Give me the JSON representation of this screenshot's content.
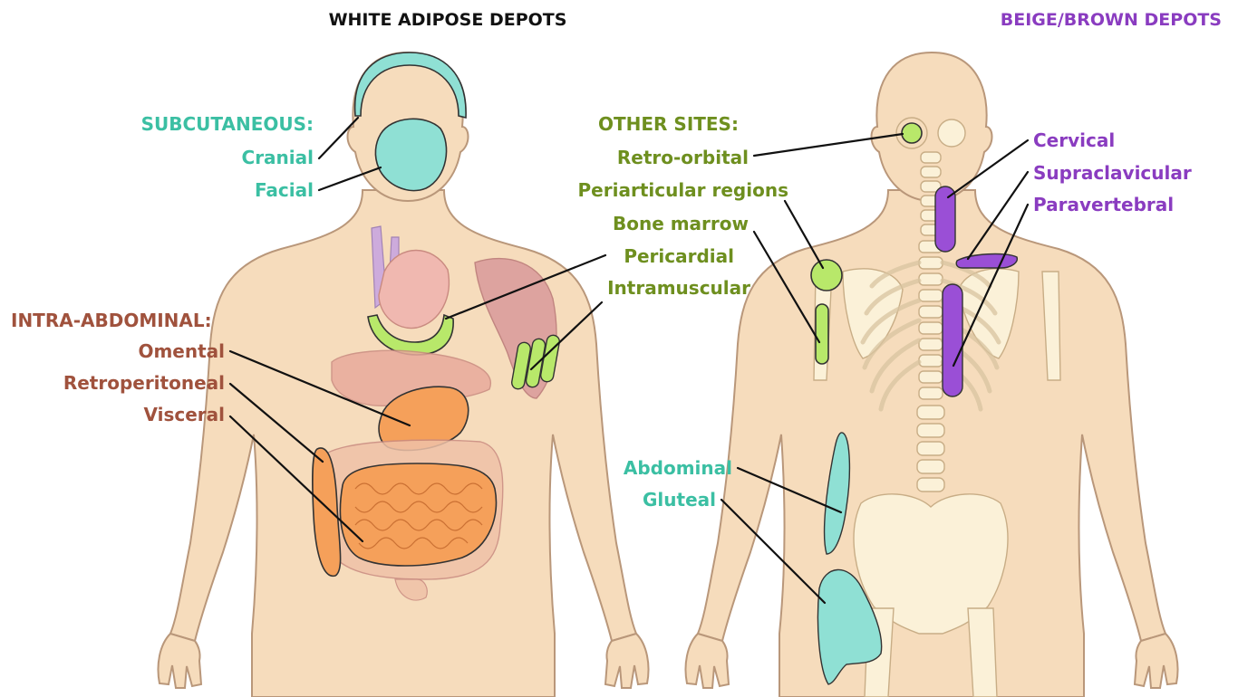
{
  "headings": {
    "white": "WHITE ADIPOSE DEPOTS",
    "beige_brown": "BEIGE/BROWN DEPOTS"
  },
  "groups": {
    "subcutaneous": {
      "title": "SUBCUTANEOUS:",
      "color": "#3bbfa3",
      "items": [
        "Cranial",
        "Facial"
      ],
      "back_items": [
        "Abdominal",
        "Gluteal"
      ]
    },
    "intra_abdominal": {
      "title": "INTRA-ABDOMINAL:",
      "color": "#a0523d",
      "items": [
        "Omental",
        "Retroperitoneal",
        "Visceral"
      ]
    },
    "other_sites": {
      "title": "OTHER SITES:",
      "color": "#6e8f1f",
      "items": [
        "Retro-orbital",
        "Periarticular regions",
        "Bone marrow",
        "Pericardial",
        "Intramuscular"
      ]
    },
    "beige_brown": {
      "color": "#8a3cc0",
      "items": [
        "Cervical",
        "Supraclavicular",
        "Paravertebral"
      ]
    }
  },
  "colors": {
    "skin": "#f6dcbc",
    "teal_fat": "#8fe0d4",
    "green_fat": "#b8e86a",
    "purple_fat": "#9a4fd6",
    "orange_fat": "#f5a05a"
  }
}
